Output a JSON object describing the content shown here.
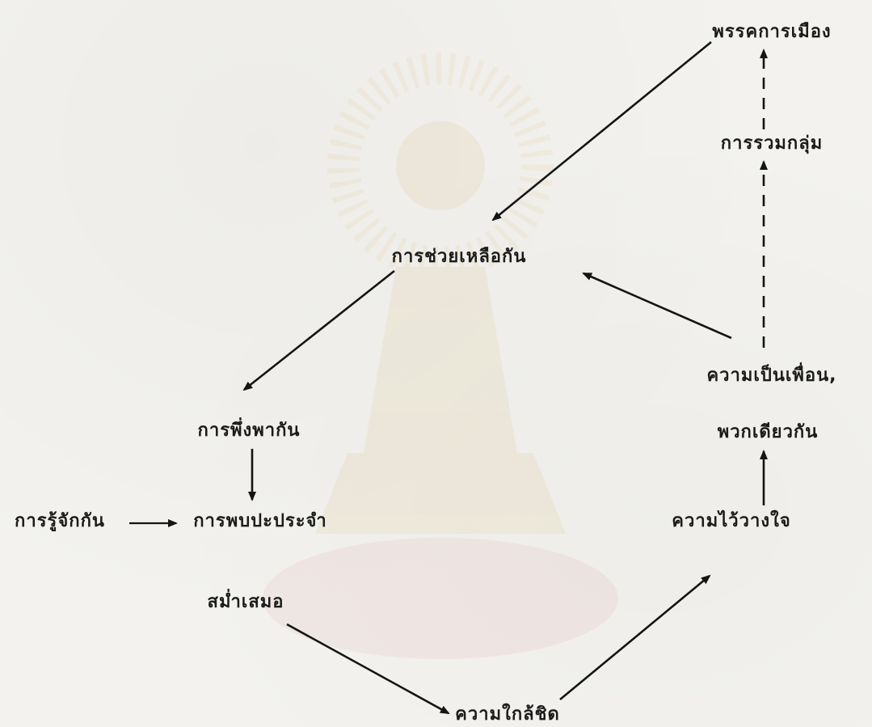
{
  "diagram": {
    "nodes": [
      {
        "id": "political_party",
        "label": "พรรคการเมือง"
      },
      {
        "id": "grouping",
        "label": "การรวมกลุ่ม"
      },
      {
        "id": "mutual_help",
        "label": "การช่วยเหลือกัน"
      },
      {
        "id": "friendship",
        "label": "ความเป็นเพื่อน,"
      },
      {
        "id": "same_group",
        "label": "พวกเดียวกัน"
      },
      {
        "id": "dependence",
        "label": "การพึ่งพากัน"
      },
      {
        "id": "acquaintance",
        "label": "การรู้จักกัน"
      },
      {
        "id": "regular_meeting",
        "label": "การพบปะประจำ"
      },
      {
        "id": "consistently",
        "label": "สม่ำเสมอ"
      },
      {
        "id": "trust",
        "label": "ความไว้วางใจ"
      },
      {
        "id": "closeness",
        "label": "ความใกล้ชิด"
      }
    ],
    "edges": [
      {
        "from": "political_party",
        "to": "mutual_help",
        "style": "solid"
      },
      {
        "from": "friendship",
        "to": "mutual_help",
        "style": "solid"
      },
      {
        "from": "mutual_help",
        "to": "dependence",
        "style": "solid"
      },
      {
        "from": "dependence",
        "to": "regular_meeting",
        "style": "solid"
      },
      {
        "from": "acquaintance",
        "to": "regular_meeting",
        "style": "solid"
      },
      {
        "from": "consistently",
        "to": "closeness",
        "style": "solid"
      },
      {
        "from": "closeness",
        "to": "trust",
        "style": "solid"
      },
      {
        "from": "trust",
        "to": "same_group",
        "style": "solid"
      },
      {
        "from": "friendship",
        "to": "grouping",
        "style": "dashed"
      },
      {
        "from": "grouping",
        "to": "political_party",
        "style": "dashed"
      }
    ]
  }
}
